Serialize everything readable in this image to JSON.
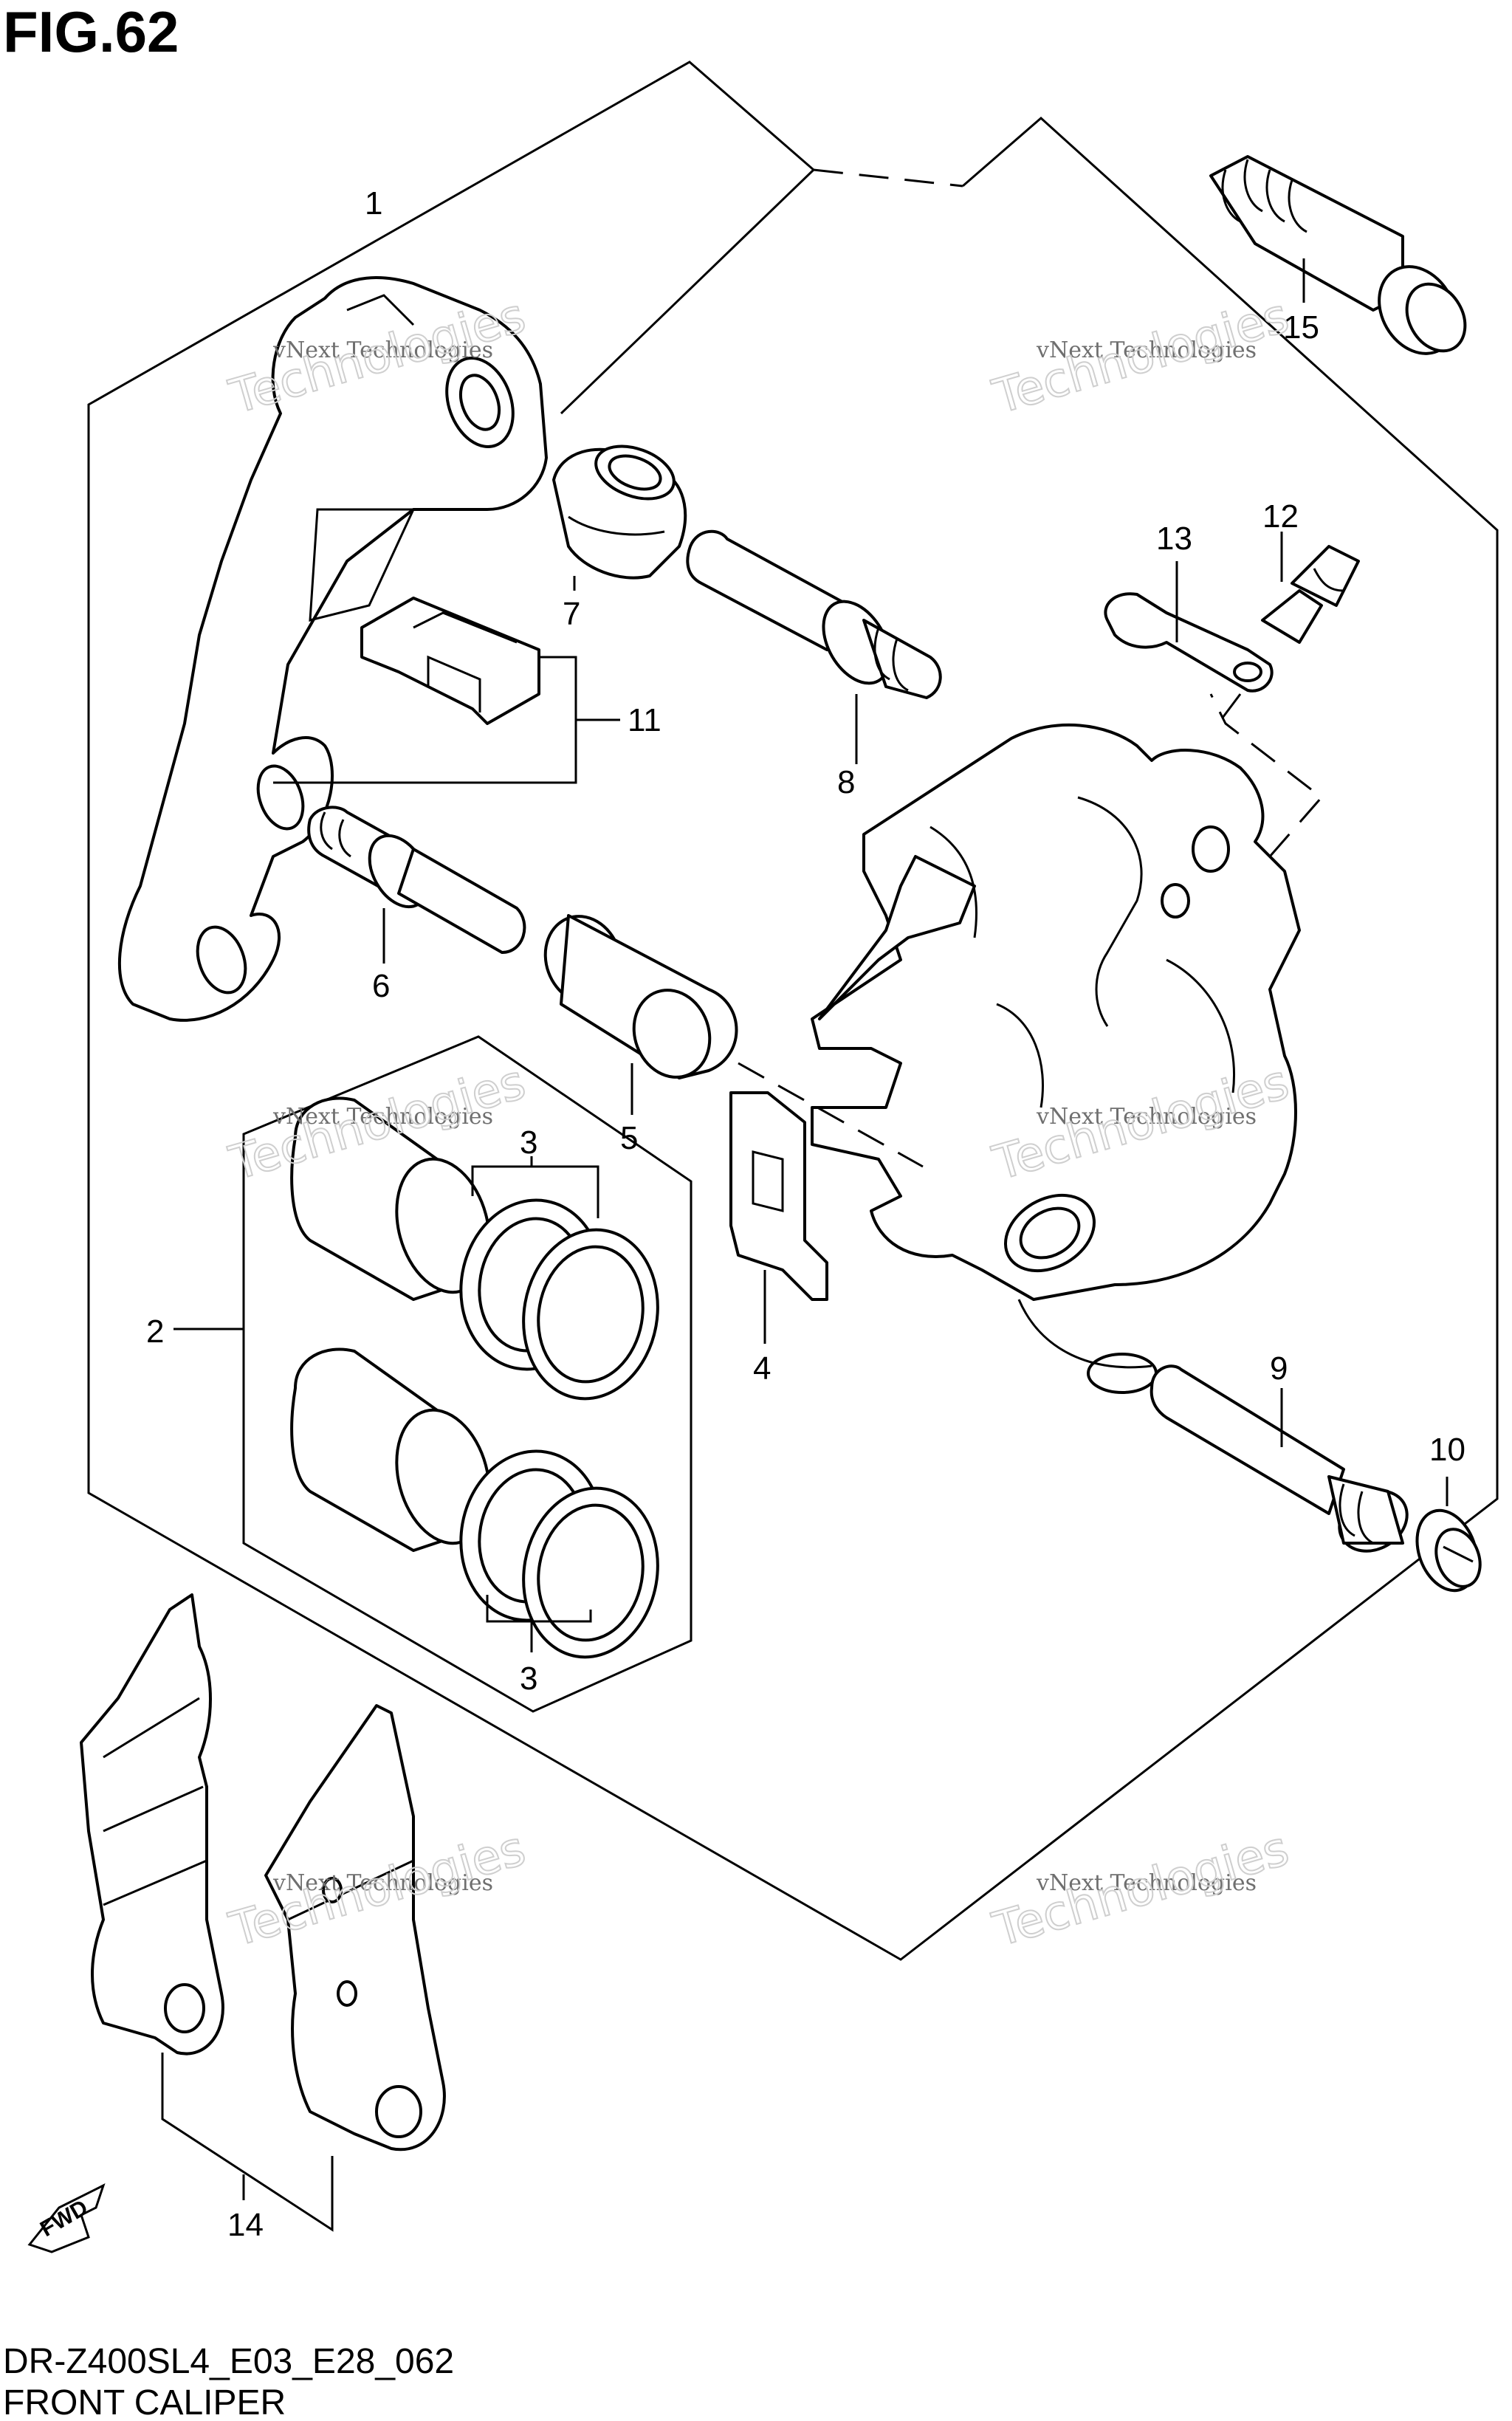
{
  "figure": {
    "title": "FIG.62",
    "model_code": "DR-Z400SL4_E03_E28_062",
    "caption": "FRONT CALIPER"
  },
  "watermark": {
    "line1": "vNext Technologies",
    "line2": "Technologies"
  },
  "fwd_indicator": "FWD",
  "callouts": {
    "c1": "1",
    "c2": "2",
    "c3a": "3",
    "c3b": "3",
    "c4": "4",
    "c5": "5",
    "c6": "6",
    "c7": "7",
    "c8": "8",
    "c9": "9",
    "c10": "10",
    "c11": "11",
    "c12": "12",
    "c13": "13",
    "c14": "14",
    "c15": "15"
  }
}
